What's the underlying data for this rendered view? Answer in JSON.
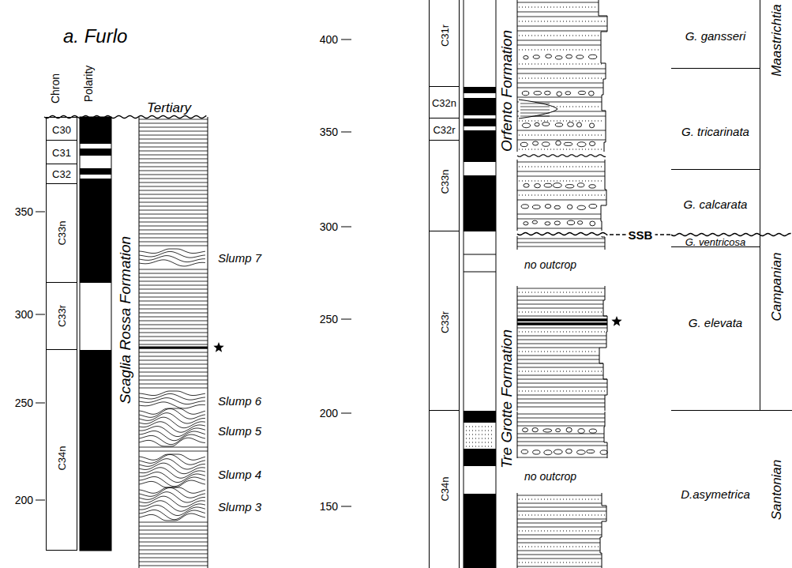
{
  "diagram": {
    "nodes": [
      {
        "text": [
          "C30"
        ]
      },
      {
        "text": [
          "C31"
        ]
      },
      {
        "text": [
          "C32"
        ]
      },
      {
        "text": [
          "C33n"
        ]
      },
      {
        "text": [
          "C33r"
        ]
      },
      {
        "text": [
          "C34n"
        ]
      },
      {
        "text": [
          "C31r"
        ]
      },
      {
        "text": [
          "C32n"
        ]
      },
      {
        "text": [
          "C32r"
        ]
      },
      {
        "text": [
          "C33n"
        ]
      },
      {
        "text": [
          "C33r"
        ]
      },
      {
        "text": [
          "C34n"
        ]
      },
      {
        "text": [
          "G. gansseri"
        ]
      },
      {
        "text": [
          "G. tricarinata"
        ]
      },
      {
        "text": [
          "G. calcarata"
        ]
      },
      {
        "text": [
          "G. ventricosa"
        ]
      },
      {
        "text": [
          "G. elevata"
        ]
      },
      {
        "text": [
          "D.asymetrica"
        ]
      },
      {
        "text": [
          "Maastrichtia"
        ]
      },
      {
        "text": [
          "Campanian"
        ]
      },
      {
        "text": [
          "Santonian"
        ]
      }
    ],
    "labels": [
      "a. Furlo",
      "Chron",
      "Polarity",
      "Tertiary",
      "350",
      "300",
      "250",
      "200",
      "Scaglia Rossa Formation",
      "Slump 7",
      "Slump 6",
      "Slump 5",
      "Slump 4",
      "Slump 3",
      "400",
      "350",
      "300",
      "250",
      "200",
      "150",
      "Orfento Formation",
      "Tre Grotte Formation",
      "no outcrop",
      "no outcrop",
      "SSB"
    ]
  }
}
